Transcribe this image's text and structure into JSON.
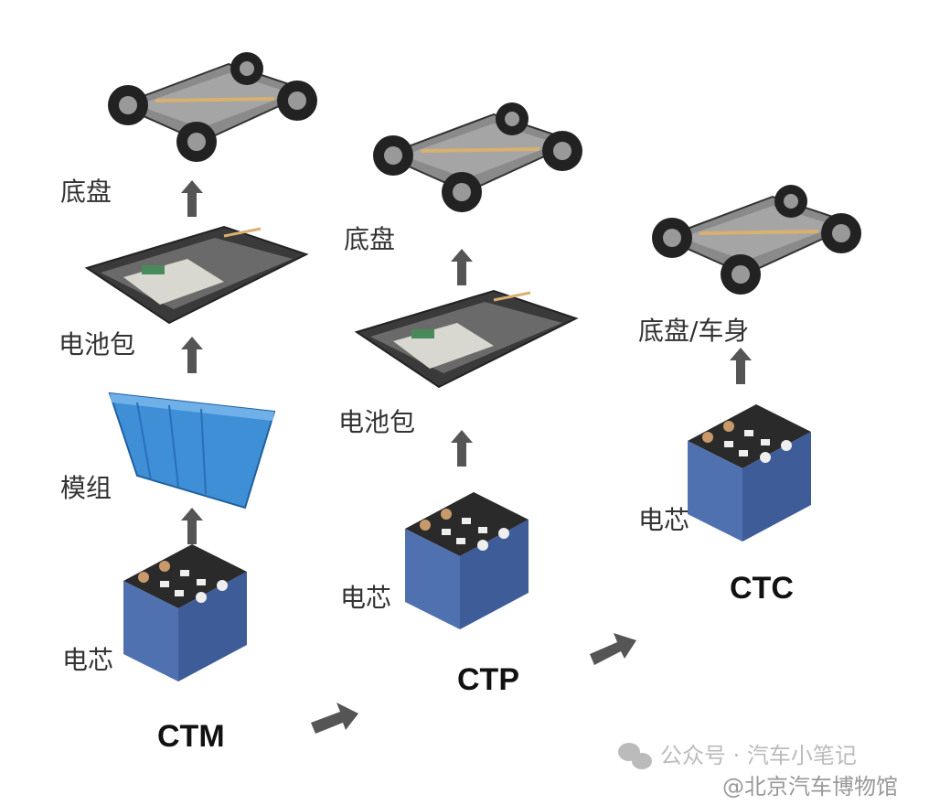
{
  "columns": [
    {
      "title": "CTM",
      "labels": [
        "底盘",
        "电池包",
        "模组",
        "电芯"
      ]
    },
    {
      "title": "CTP",
      "labels": [
        "底盘",
        "电池包",
        "电芯"
      ]
    },
    {
      "title": "CTC",
      "labels": [
        "底盘/车身",
        "电芯"
      ]
    }
  ],
  "watermark": {
    "text1": "公众号 · 汽车小笔记",
    "text2": "@北京汽车博物馆"
  },
  "colors": {
    "arrow": "#555555",
    "cell": "#4a6aa8",
    "module": "#3f8fd6",
    "chassis": "#7a7a7a"
  }
}
